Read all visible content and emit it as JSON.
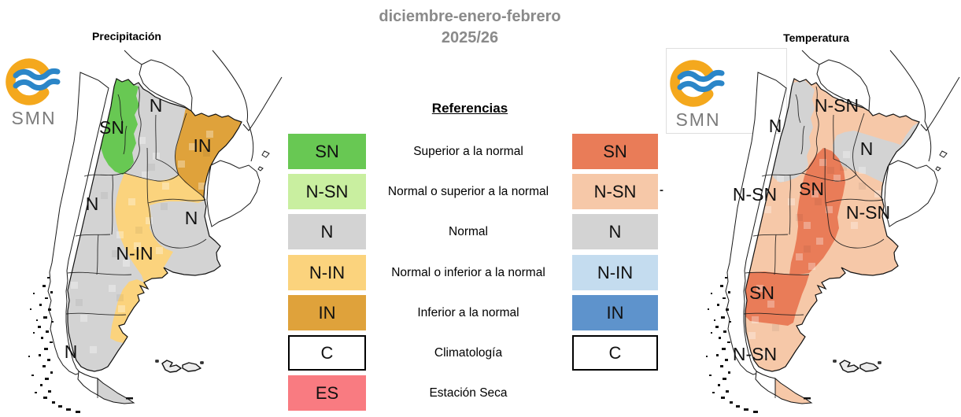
{
  "header": {
    "title_line1": "diciembre-enero-febrero",
    "title_line2": "2025/26"
  },
  "legend": {
    "title": "Referencias",
    "dash": "-",
    "rows": [
      {
        "left_code": "SN",
        "description": "Superior a la normal",
        "right_code": "SN"
      },
      {
        "left_code": "N-SN",
        "description": "Normal o superior a la normal",
        "right_code": "N-SN"
      },
      {
        "left_code": "N",
        "description": "Normal",
        "right_code": "N"
      },
      {
        "left_code": "N-IN",
        "description": "Normal o inferior a la normal",
        "right_code": "N-IN"
      },
      {
        "left_code": "IN",
        "description": "Inferior a la normal",
        "right_code": "IN"
      },
      {
        "left_code": "C",
        "description": "Climatología",
        "right_code": "C"
      },
      {
        "left_code": "ES",
        "description": "Estación Seca",
        "right_code": ""
      }
    ]
  },
  "maps": {
    "precipitation": {
      "title": "Precipitación",
      "logo_text": "SMN",
      "labels": [
        {
          "text": "SN"
        },
        {
          "text": "N"
        },
        {
          "text": "IN"
        },
        {
          "text": "N"
        },
        {
          "text": "N"
        },
        {
          "text": "N-IN"
        },
        {
          "text": "N"
        }
      ]
    },
    "temperature": {
      "title": "Temperatura",
      "logo_text": "SMN",
      "labels": [
        {
          "text": "N-SN"
        },
        {
          "text": "N"
        },
        {
          "text": "N"
        },
        {
          "text": "N-SN"
        },
        {
          "text": "SN"
        },
        {
          "text": "N-SN"
        },
        {
          "text": "SN"
        },
        {
          "text": "N-SN"
        }
      ]
    }
  },
  "colors": {
    "precip": {
      "SN": "#68c853",
      "N_SN": "#c9efa0",
      "N": "#d3d3d3",
      "N_IN": "#fbd37d",
      "IN": "#dfa23b",
      "C": "#ffffff",
      "ES": "#f97b81"
    },
    "temp": {
      "SN": "#e97c58",
      "N_SN": "#f6c8a8",
      "N": "#d3d3d3",
      "N_IN": "#c4dcef",
      "IN": "#5e93cc",
      "C": "#ffffff"
    },
    "title_text": "#8a8a8a",
    "map_outline": "#111111",
    "logo_orange": "#f4a81d",
    "logo_blue": "#2b86c8",
    "logo_text": "#7b7b7b"
  }
}
